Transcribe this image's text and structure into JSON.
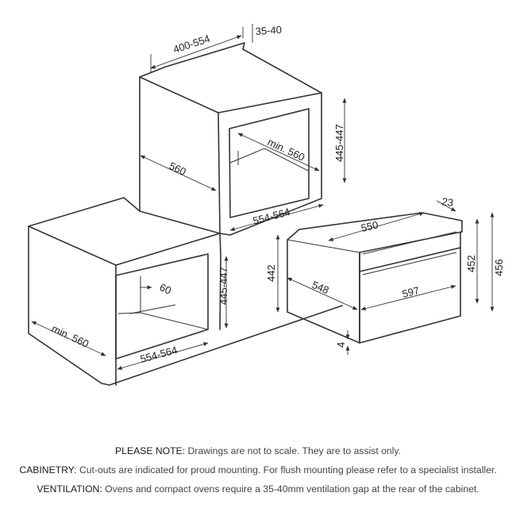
{
  "dimensions": {
    "tall_width": "400-554",
    "tall_gap": "35-40",
    "tall_depth": "560",
    "tall_cut_depth": "min. 560",
    "tall_cut_height": "445-447",
    "tall_cut_width": "554-564",
    "base_depth": "min. 560",
    "base_vent": "60",
    "base_cut_height": "445-447",
    "base_cut_width": "554-564",
    "oven_height_side": "442",
    "oven_depth": "548",
    "oven_top_depth": "550",
    "oven_front_offset": "23",
    "oven_front_width": "597",
    "oven_inner_height": "452",
    "oven_total_height": "456",
    "oven_bottom_gap": "4"
  },
  "notes": [
    {
      "label": "PLEASE NOTE:",
      "text": "Drawings are not to scale. They are to assist only."
    },
    {
      "label": "CABINETRY:",
      "text": "Cut-outs are indicated for proud mounting. For flush mounting please refer to a specialist installer."
    },
    {
      "label": "VENTILATION:",
      "text": "Ovens and compact ovens require a 35-40mm ventilation gap at the rear of the cabinet."
    }
  ]
}
